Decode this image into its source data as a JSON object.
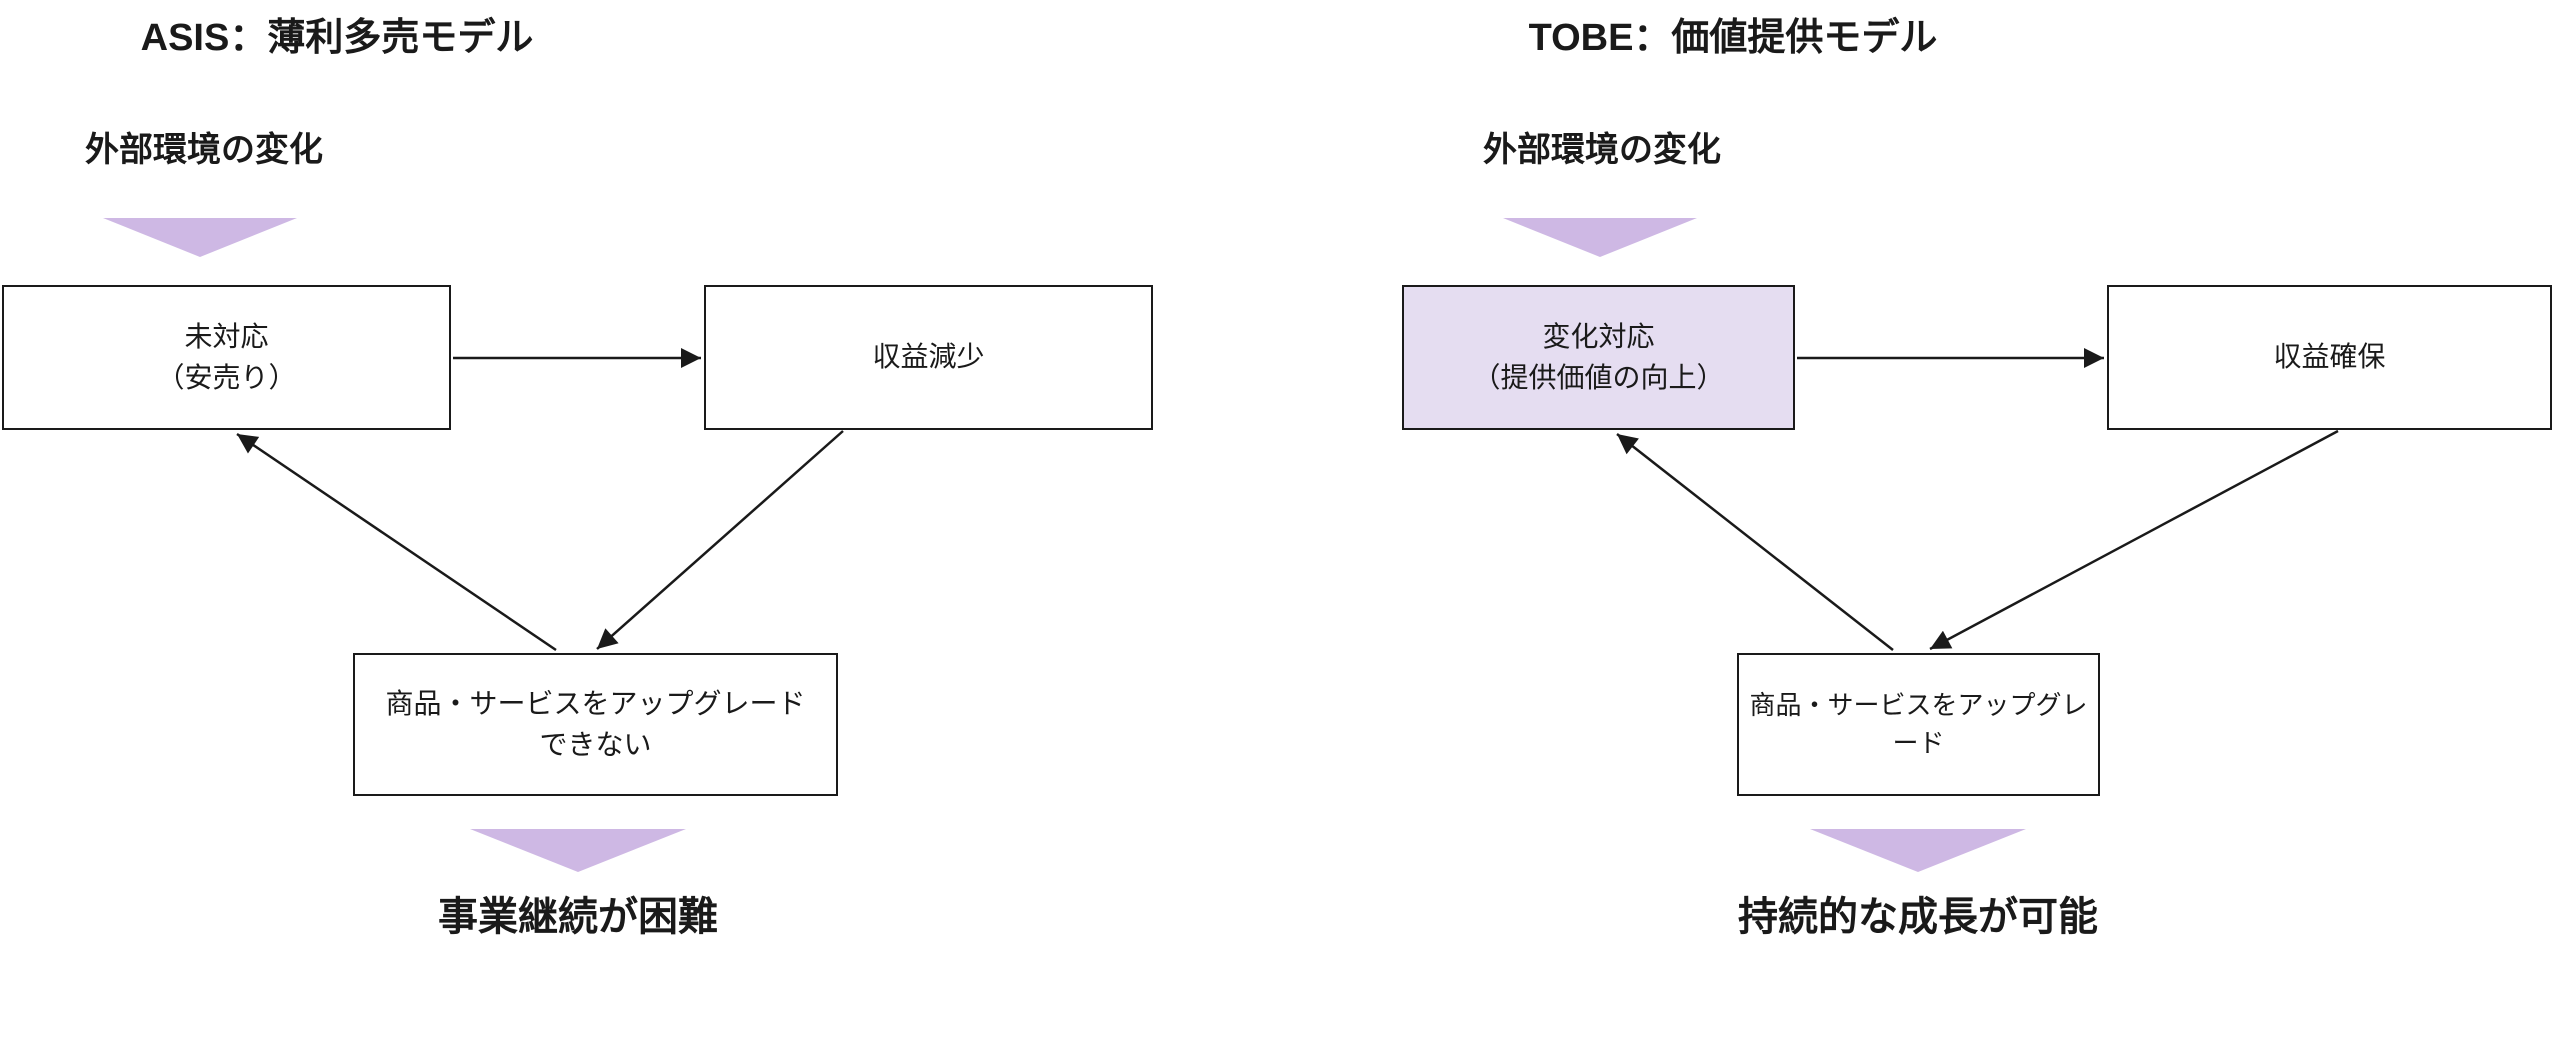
{
  "colors": {
    "down_triangle": "#CEB8E4",
    "highlight_box_fill": "#E5DDF1",
    "line": "#1a1a1a",
    "background": "#ffffff"
  },
  "left": {
    "title": "ASIS：薄利多売モデル",
    "env_label": "外部環境の変化",
    "box1_line1": "未対応",
    "box1_line2": "（安売り）",
    "box2": "収益減少",
    "box3_line1": "商品・サービスをアップグレード",
    "box3_line2": "できない",
    "conclusion": "事業継続が困難"
  },
  "right": {
    "title": "TOBE：価値提供モデル",
    "env_label": "外部環境の変化",
    "box1_line1": "変化対応",
    "box1_line2": "（提供価値の向上）",
    "box2": "収益確保",
    "box3_line1": "商品・サービスをアップグレード",
    "conclusion": "持続的な成長が可能"
  }
}
